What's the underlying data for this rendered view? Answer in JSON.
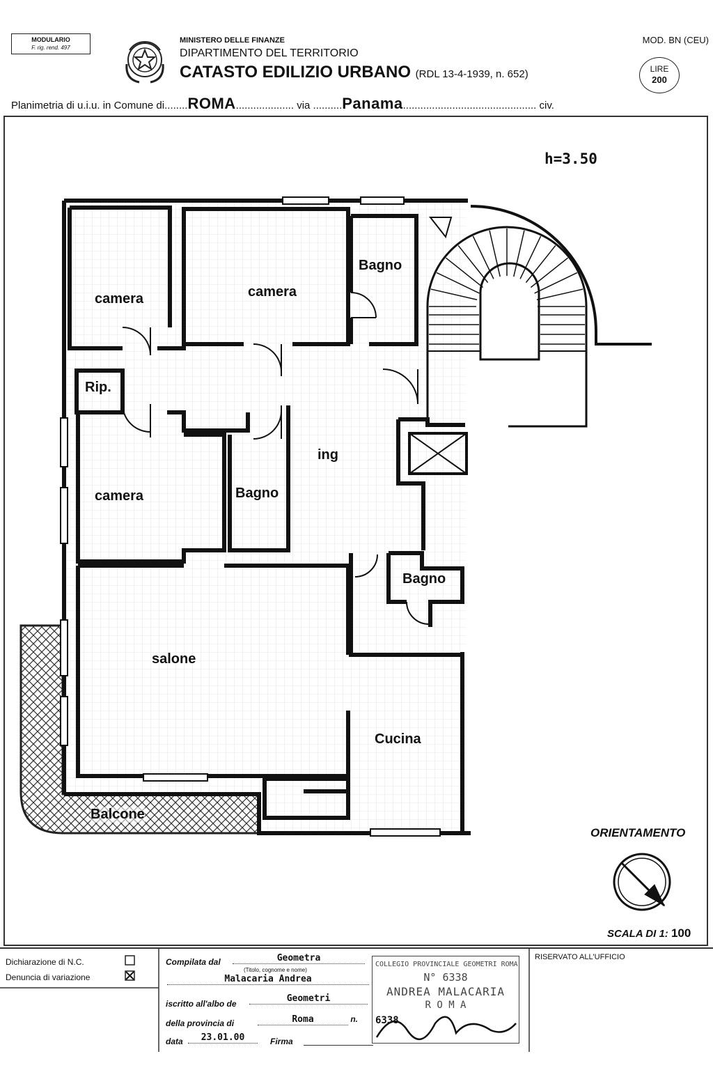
{
  "header": {
    "modulario_line1": "MODULARIO",
    "modulario_line2": "F. rig. rend. 497",
    "ministry": "MINISTERO DELLE FINANZE",
    "department": "DIPARTIMENTO DEL TERRITORIO",
    "title": "CATASTO EDILIZIO URBANO",
    "law": "(RDL 13-4-1939, n. 652)",
    "model": "MOD. BN (CEU)",
    "lire_label": "LIRE",
    "lire_value": "200"
  },
  "plan_line": {
    "prefix": "Planimetria di u.i.u. in Comune di",
    "comune": "ROMA",
    "via_label": "via",
    "via": "Panama",
    "civ_label": "civ."
  },
  "plan": {
    "height_label": "h=3.50",
    "rooms": [
      "camera",
      "camera",
      "Bagno",
      "Rip.",
      "ing",
      "camera",
      "Bagno",
      "Bagno",
      "salone",
      "Cucina",
      "Balcone"
    ]
  },
  "orientation_label": "ORIENTAMENTO",
  "scale_label": "SCALA DI 1:",
  "scale_value": "100",
  "footer": {
    "dichiarazione": "Dichiarazione di N.C.",
    "denuncia": "Denuncia di variazione",
    "compilata_label": "Compilata dal",
    "compilata_value": "Geometra",
    "titolo_hint": "(Titolo, cognome e nome)",
    "name": "Malacaria Andrea",
    "iscritto_label": "iscritto all'albo de",
    "iscritto_value": "Geometri",
    "provincia_label": "della provincia di",
    "provincia_value": "Roma",
    "n_label": "n.",
    "data_label": "data",
    "data_value": "23.01.00",
    "firma_label": "Firma",
    "riservato": "RISERVATO ALL'UFFICIO",
    "stamp_line1": "COLLEGIO PROVINCIALE GEOMETRI ROMA",
    "stamp_line2": "N° 6338",
    "stamp_line3": "ANDREA MALACARIA",
    "stamp_line4": "R O M A",
    "stamp_number": "6338"
  }
}
